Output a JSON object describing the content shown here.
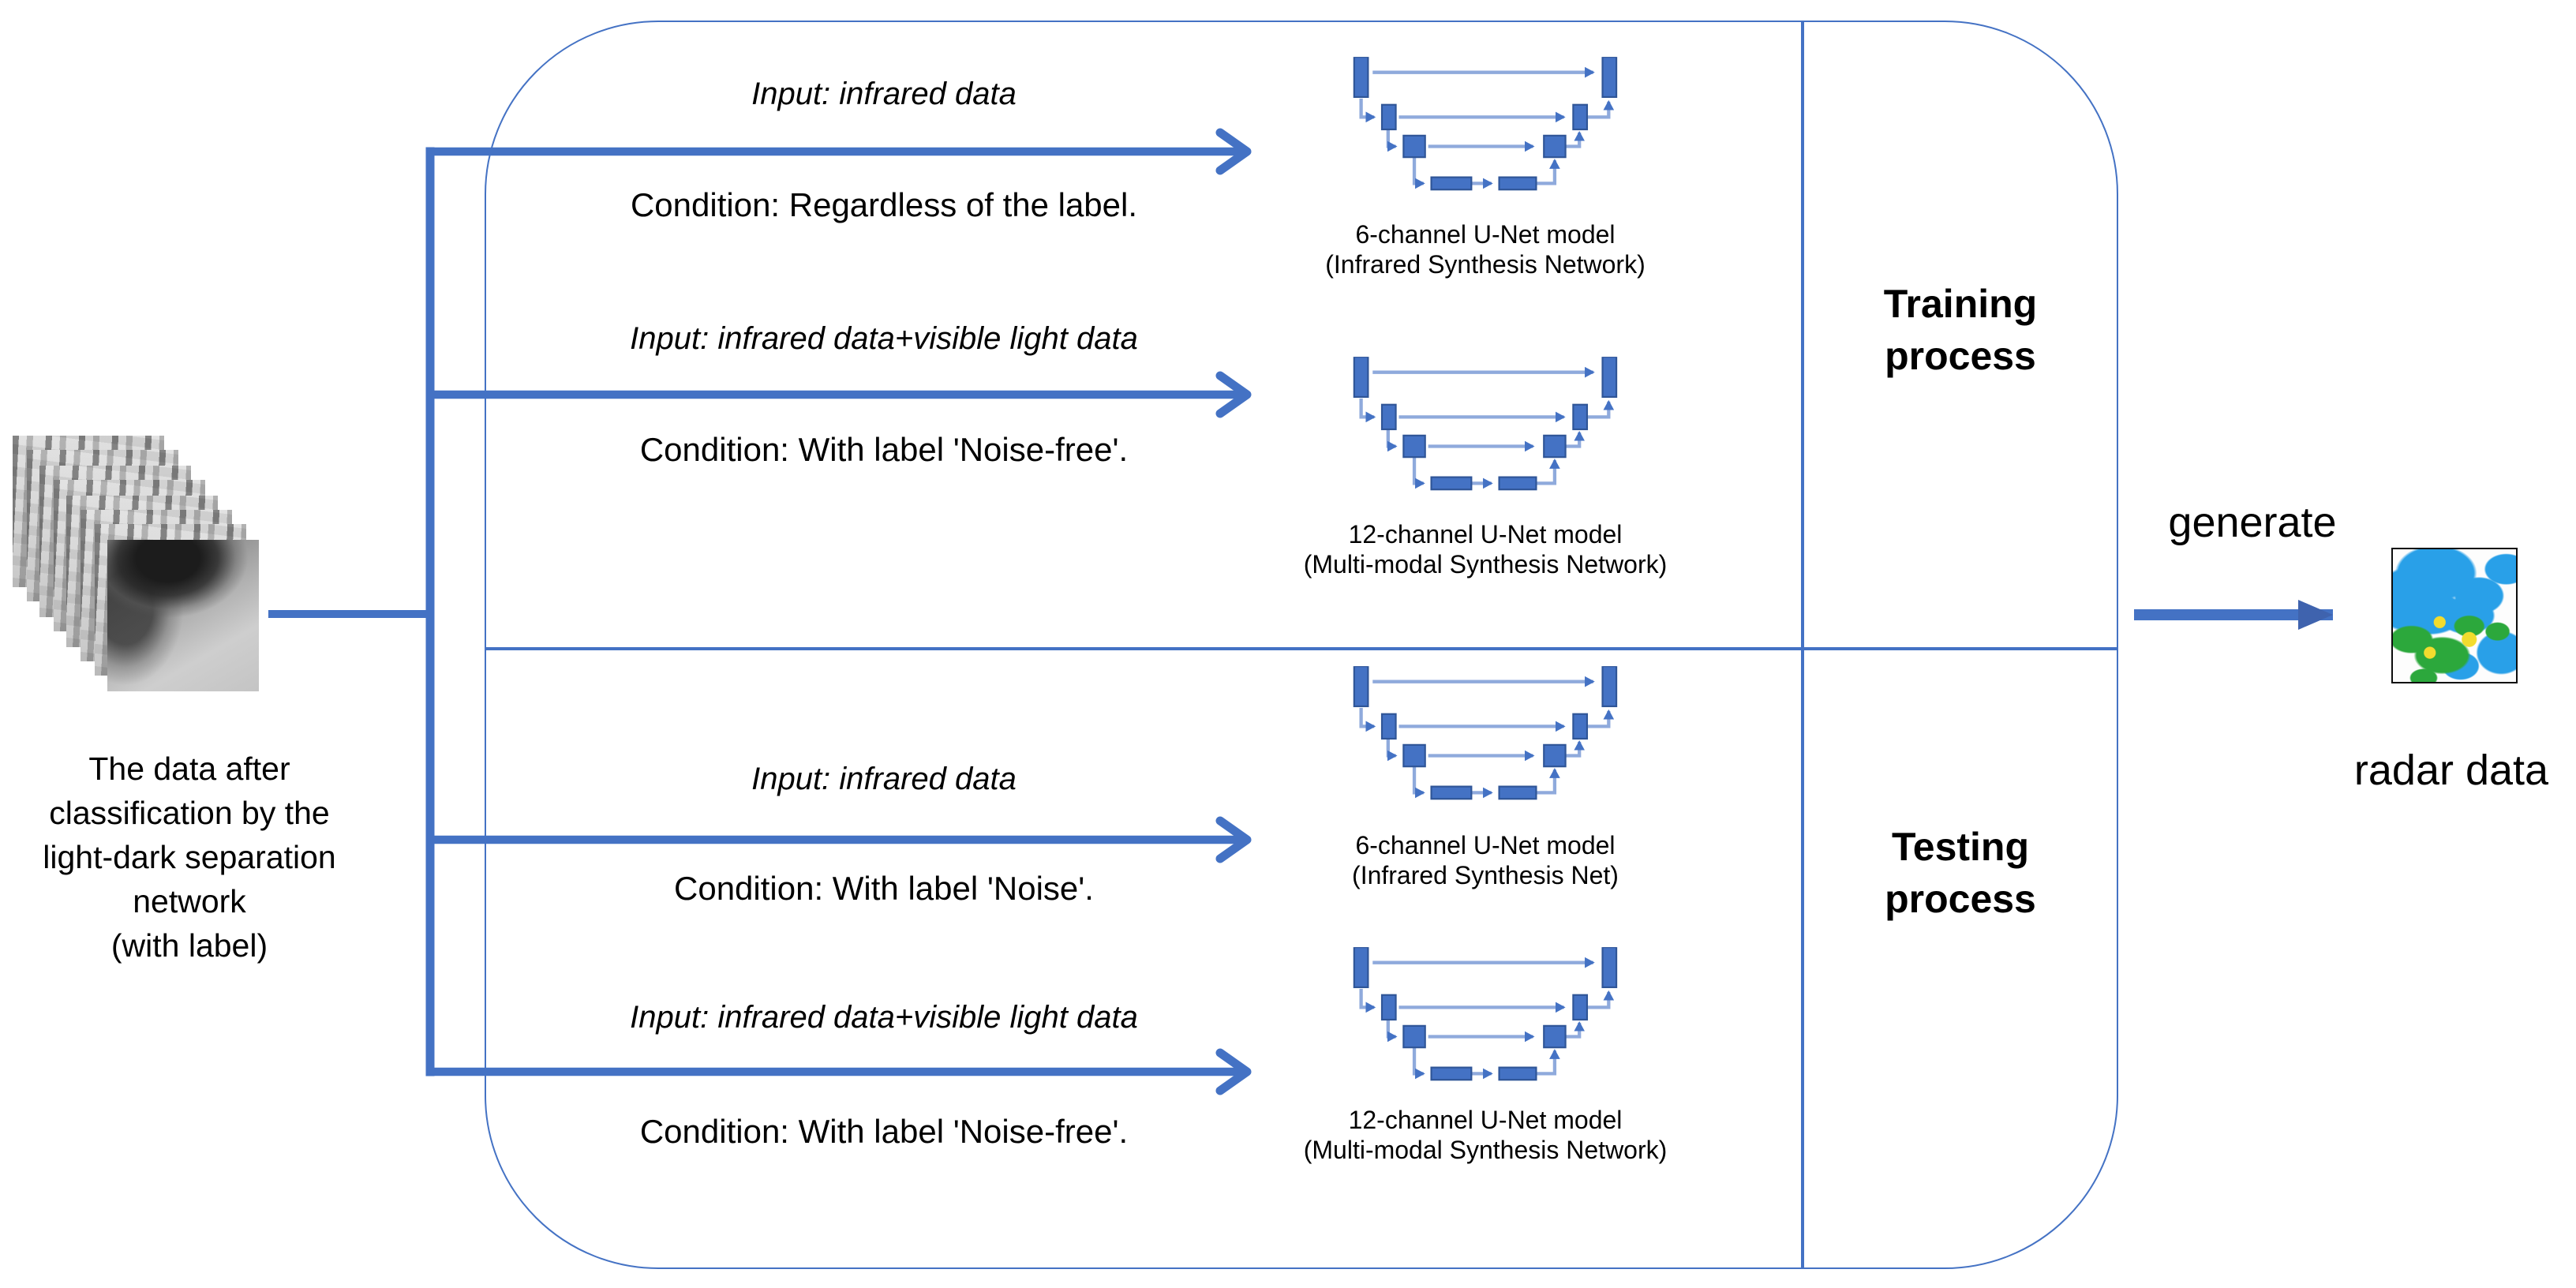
{
  "source_image": {
    "caption_lines": [
      "The data after",
      "classification by the",
      "light-dark separation",
      "network",
      "(with label)"
    ]
  },
  "pipeline_rows": [
    {
      "input_label": "Input: infrared data",
      "condition_label": "Condition: Regardless of the label.",
      "model_title": "6-channel U-Net model",
      "model_subtitle": "(Infrared Synthesis Network)"
    },
    {
      "input_label": "Input: infrared data+visible light data",
      "condition_label": "Condition: With label 'Noise-free'.",
      "model_title": "12-channel U-Net model",
      "model_subtitle": "(Multi-modal Synthesis Network)"
    },
    {
      "input_label": "Input: infrared data",
      "condition_label": "Condition: With label 'Noise'.",
      "model_title": "6-channel U-Net model",
      "model_subtitle": "(Infrared Synthesis Net)"
    },
    {
      "input_label": "Input: infrared data+visible light data",
      "condition_label": "Condition: With label 'Noise-free'.",
      "model_title": "12-channel U-Net model",
      "model_subtitle": "(Multi-modal Synthesis Network)"
    }
  ],
  "phase_labels": {
    "training": [
      "Training",
      "process"
    ],
    "testing": [
      "Testing",
      "process"
    ]
  },
  "output": {
    "arrow_label": "generate",
    "result_label": "radar data"
  },
  "colors": {
    "accent": "#4472C4",
    "connector_light": "#8FAADC",
    "block_border": "#2F5597",
    "arrow_head": "#3F63AE",
    "radar_blue": "#29A0E8",
    "radar_green": "#2CA83C",
    "radar_yellow": "#F2DC2E",
    "text": "#000000"
  }
}
